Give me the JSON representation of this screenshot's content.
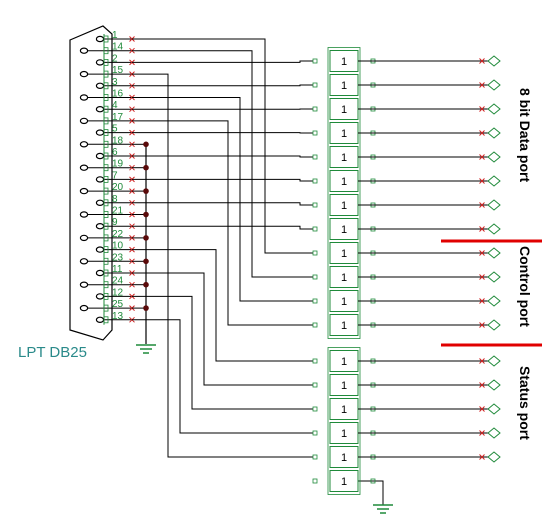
{
  "connector": {
    "label": "LPT DB25",
    "pins": [
      {
        "label": "1"
      },
      {
        "label": "14"
      },
      {
        "label": "2"
      },
      {
        "label": "15"
      },
      {
        "label": "3"
      },
      {
        "label": "16"
      },
      {
        "label": "4"
      },
      {
        "label": "17"
      },
      {
        "label": "5"
      },
      {
        "label": "18"
      },
      {
        "label": "6"
      },
      {
        "label": "19"
      },
      {
        "label": "7"
      },
      {
        "label": "20"
      },
      {
        "label": "8"
      },
      {
        "label": "21"
      },
      {
        "label": "9"
      },
      {
        "label": "22"
      },
      {
        "label": "10"
      },
      {
        "label": "23"
      },
      {
        "label": "11"
      },
      {
        "label": "24"
      },
      {
        "label": "12"
      },
      {
        "label": "25"
      },
      {
        "label": "13"
      }
    ]
  },
  "buffer": {
    "symbol": "1"
  },
  "ports": {
    "data": "8 bit Data port",
    "control": "Control port",
    "status": "Status port"
  },
  "colors": {
    "wire": "#000000",
    "component": "#1f8a3a",
    "port_divider": "#e00000",
    "terminal_x": "#d02020",
    "label": "#2a8a8a"
  }
}
